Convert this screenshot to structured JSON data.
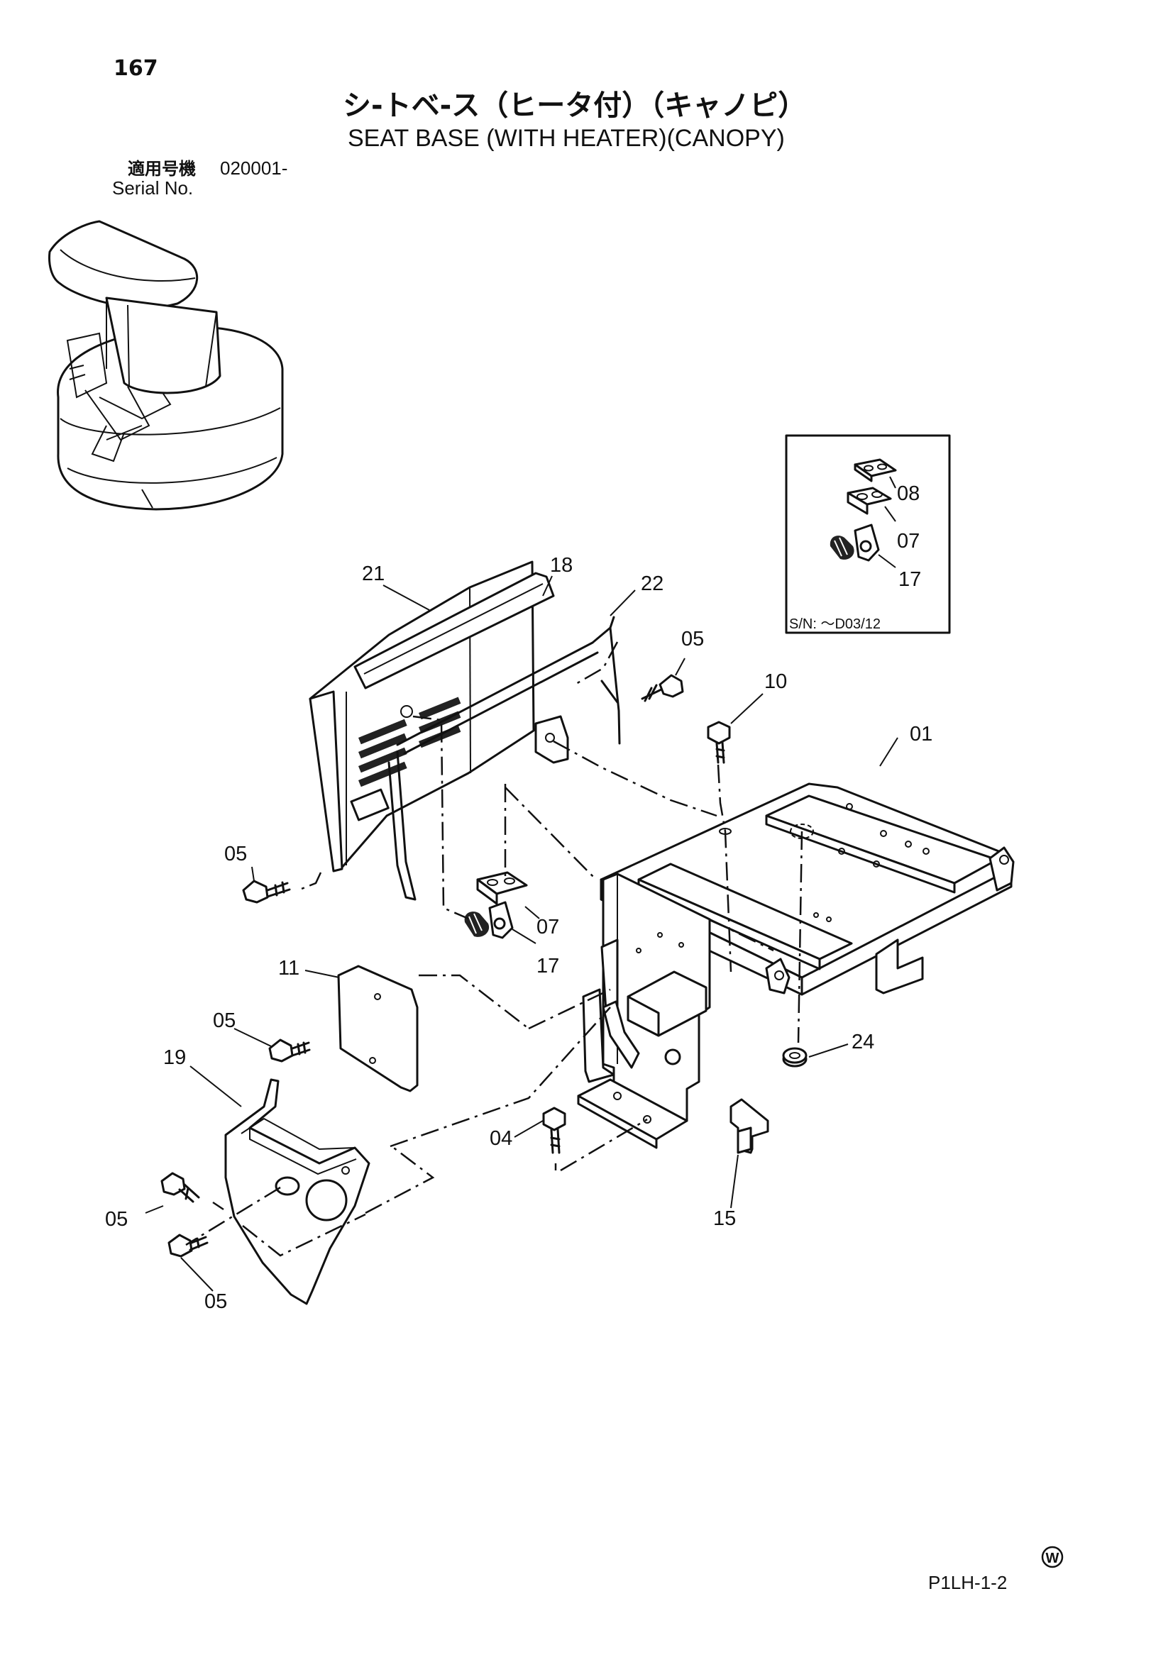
{
  "header": {
    "page_number": "167",
    "title_jp": "シ-トベ-ス（ヒータ付）（キャノピ）",
    "title_en": "SEAT BASE (WITH HEATER)(CANOPY)",
    "serial_label_jp": "適用号機",
    "serial_value": "020001-",
    "serial_label_en": "Serial No."
  },
  "inset": {
    "serial_note": "S/N: ～D03/12",
    "parts": [
      "08",
      "07",
      "17"
    ]
  },
  "callouts": [
    "21",
    "18",
    "22",
    "05",
    "10",
    "01",
    "05",
    "07",
    "17",
    "11",
    "05",
    "24",
    "19",
    "04",
    "05",
    "15",
    "05"
  ],
  "footer": {
    "mark": "W",
    "code": "P1LH-1-2"
  }
}
